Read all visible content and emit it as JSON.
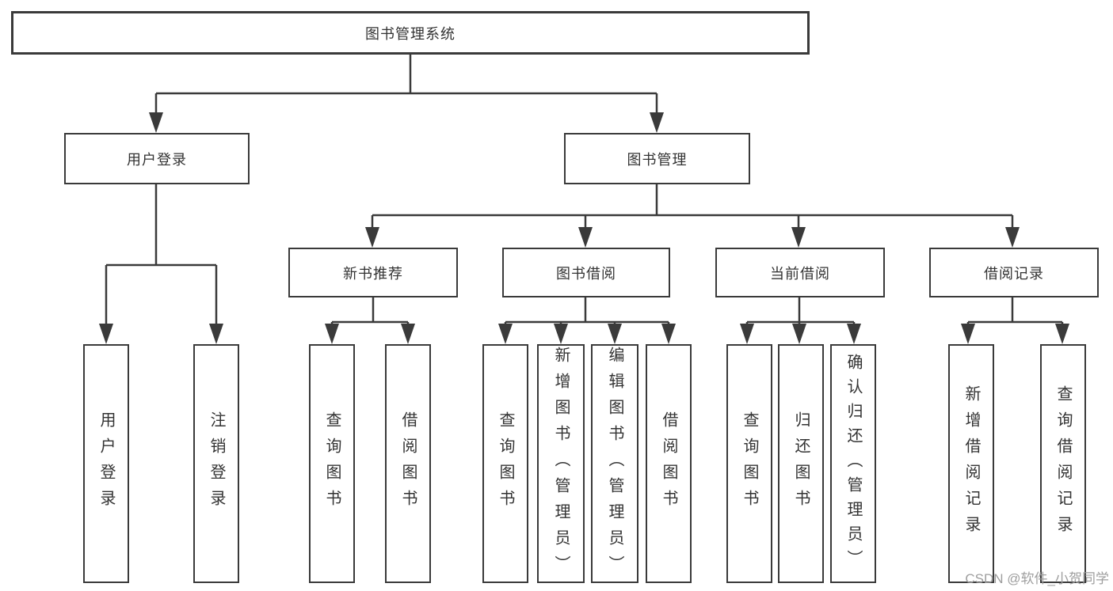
{
  "diagram": {
    "title": "图书管理系统",
    "root": {
      "label": "图书管理系统"
    },
    "level2": {
      "user_login": {
        "label": "用户登录"
      },
      "book_management": {
        "label": "图书管理"
      }
    },
    "level3": {
      "new_book_recommend": {
        "label": "新书推荐"
      },
      "book_borrow": {
        "label": "图书借阅"
      },
      "current_borrow": {
        "label": "当前借阅"
      },
      "borrow_records": {
        "label": "借阅记录"
      }
    },
    "leaves": {
      "user_login": "用户登录",
      "logout": "注销登录",
      "recommend_query_books": "查询图书",
      "recommend_borrow_books": "借阅图书",
      "borrow_query_books": "查询图书",
      "borrow_add_books": "新增图书（管理员）",
      "borrow_edit_books": "编辑图书（管理员）",
      "borrow_borrow_books": "借阅图书",
      "current_query_books": "查询图书",
      "current_return_books": "归还图书",
      "current_confirm_return": "确认归还（管理员）",
      "records_add_record": "新增借阅记录",
      "records_query_record": "查询借阅记录"
    },
    "colors": {
      "line": "#3a3a3a",
      "text": "#333333",
      "background": "#ffffff",
      "watermark": "#9e9e9e"
    }
  },
  "watermark": {
    "text": "CSDN @软件_小贺同学"
  }
}
